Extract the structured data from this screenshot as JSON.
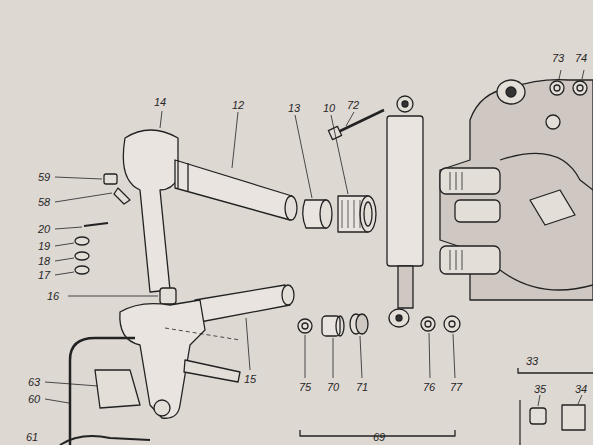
{
  "diagram": {
    "labels": [
      "73",
      "74",
      "14",
      "12",
      "13",
      "10",
      "72",
      "59",
      "58",
      "20",
      "19",
      "18",
      "17",
      "16",
      "15",
      "63",
      "60",
      "61",
      "75",
      "70",
      "71",
      "76",
      "77",
      "33",
      "35",
      "34",
      "69"
    ]
  }
}
